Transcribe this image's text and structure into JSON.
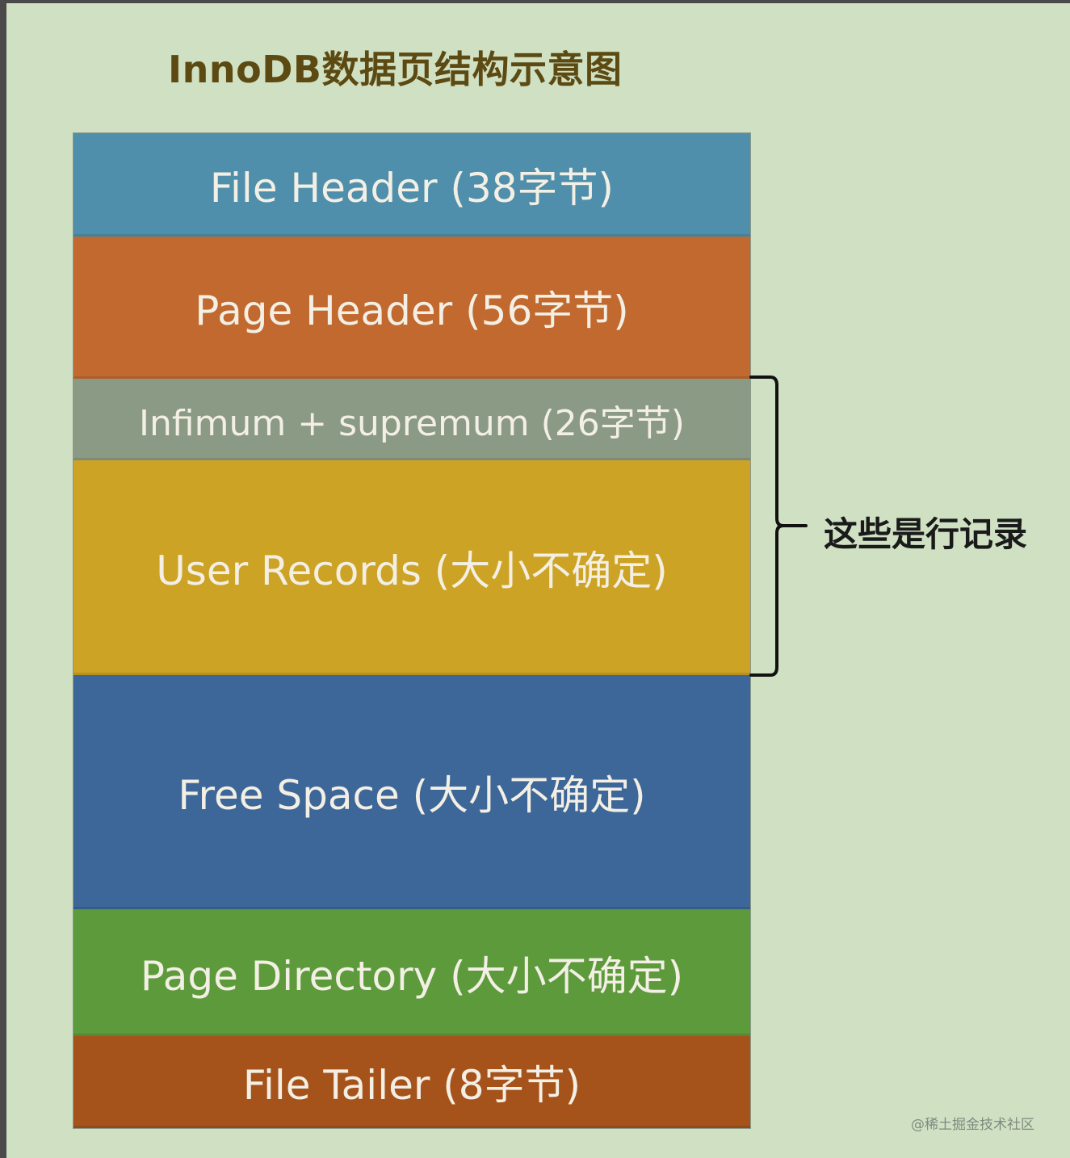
{
  "title": "InnoDB数据页结构示意图",
  "segments": {
    "file_header": "File Header (38字节)",
    "page_header": "Page Header (56字节)",
    "infimum_supremum": "Infimum + supremum (26字节)",
    "user_records": "User Records (大小不确定)",
    "free_space": "Free Space (大小不确定)",
    "page_directory": "Page Directory (大小不确定)",
    "file_tailer": "File Tailer (8字节)"
  },
  "brace_label": "这些是行记录",
  "watermark": "@稀土掘金技术社区",
  "colors": {
    "background": "#cfe0c3",
    "file_header": "#4f8fab",
    "page_header": "#c1692e",
    "infimum_supremum": "#8b9a85",
    "user_records": "#cca324",
    "free_space": "#3c6798",
    "page_directory": "#5c9a3b",
    "file_tailer": "#a5531b"
  }
}
